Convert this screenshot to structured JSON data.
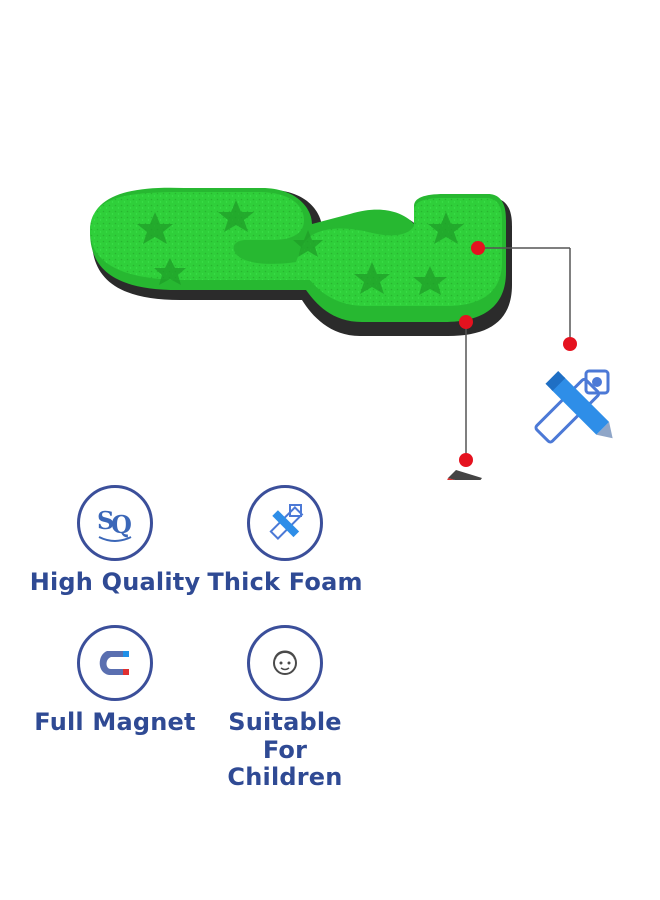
{
  "product": {
    "name": "green-foam-magnet-letter",
    "letter_color": "#2bc43a",
    "base_color": "#2b2b2b",
    "accent_dot_color": "#e5121f"
  },
  "features": [
    {
      "label": "High Quality",
      "icon": "quality-logo-icon"
    },
    {
      "label": "Thick Foam",
      "icon": "ruler-pencil-icon"
    },
    {
      "label": "Full Magnet",
      "icon": "horseshoe-magnet-icon"
    },
    {
      "label": "Suitable For Children",
      "icon": "child-face-icon"
    }
  ],
  "colors": {
    "text": "#2f4a94",
    "icon_blue": "#4c79d6",
    "magnet_red": "#e02f2f",
    "magnet_blue": "#1f8fe8"
  }
}
